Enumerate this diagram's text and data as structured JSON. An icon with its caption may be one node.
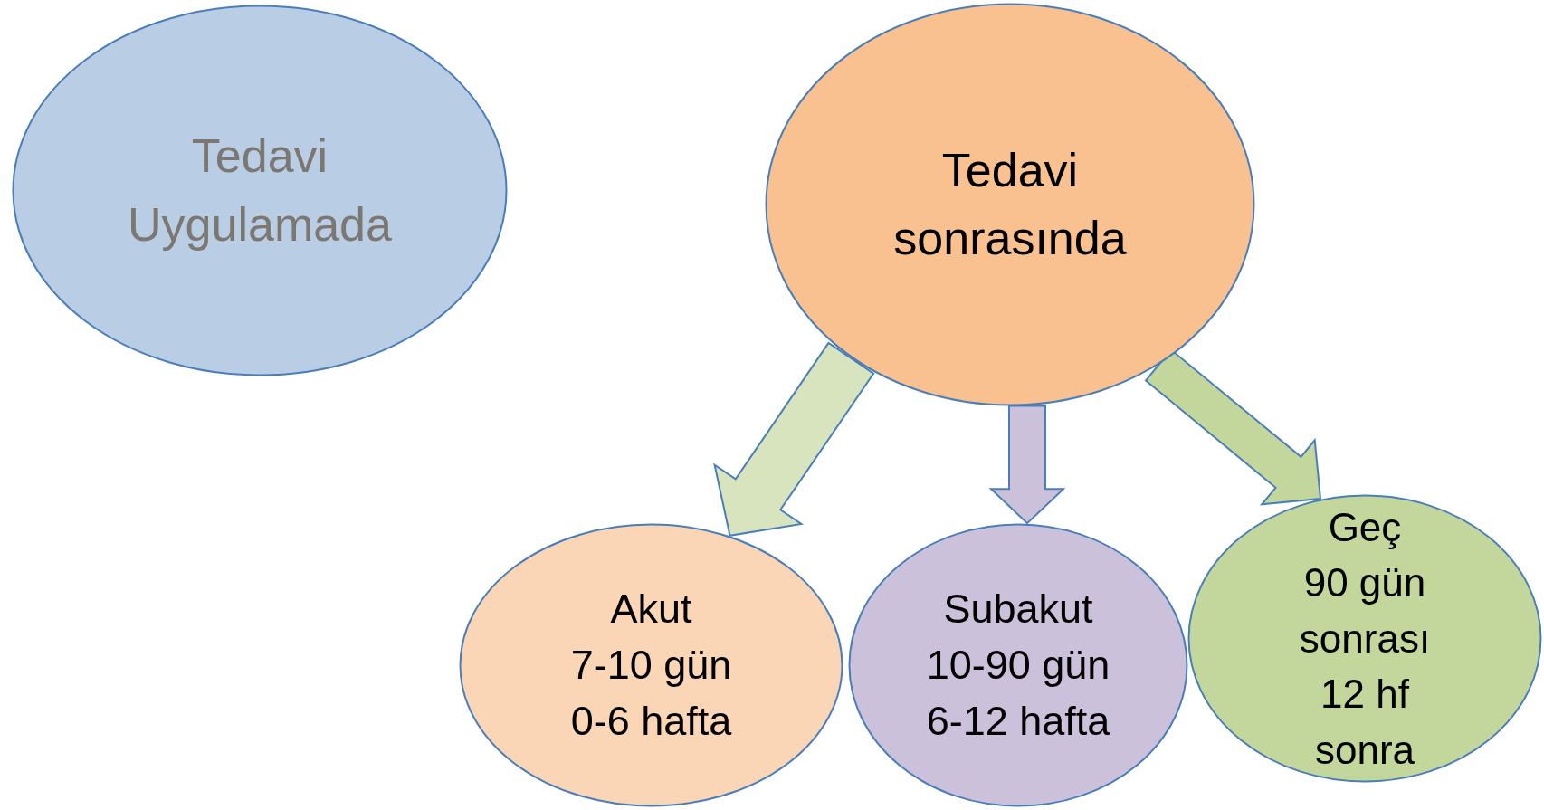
{
  "diagram": {
    "nodes": [
      {
        "text": [
          "Tedavi Uygulamada"
        ]
      },
      {
        "text": [
          "Tedavi sonrasında"
        ]
      },
      {
        "text": [
          "Akut",
          "7-10 gün",
          "0-6 hafta"
        ]
      },
      {
        "text": [
          "Subakut",
          "10-90 gün",
          "6-12 hafta"
        ]
      },
      {
        "text": [
          "Geç",
          "90 gün sonrası",
          "12 hf sonra"
        ]
      }
    ],
    "edges": [
      {
        "from": 1,
        "to": 2,
        "arrow": "to",
        "style": "thick",
        "color": "#d7e4bd"
      },
      {
        "from": 1,
        "to": 3,
        "arrow": "to",
        "style": "thick",
        "color": "#ccc1da"
      },
      {
        "from": 1,
        "to": 4,
        "arrow": "to",
        "style": "thick",
        "color": "#c3d69b"
      }
    ]
  }
}
